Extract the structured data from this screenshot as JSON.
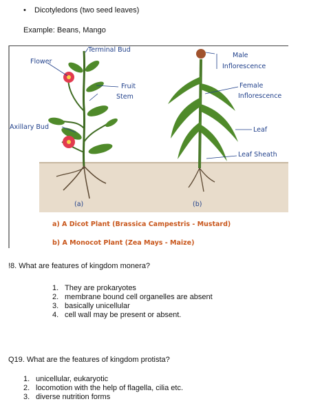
{
  "top": {
    "bullet": "Dicotyledons (two seed leaves)",
    "example": "Example: Beans, Mango"
  },
  "figure": {
    "labels": {
      "terminal_bud": "Terminal Bud",
      "flower": "Flower",
      "fruit": "Fruit",
      "stem": "Stem",
      "axillary_bud": "Axillary Bud",
      "male": "Male",
      "inflorescence_male": "Inflorescence",
      "female": "Female",
      "inflorescence_female": "Inflorescence",
      "leaf": "Leaf",
      "leaf_sheath": "Leaf Sheath",
      "a": "(a)",
      "b": "(b)"
    },
    "captions": {
      "a": "a) A Dicot Plant (Brassica Campestris - Mustard)",
      "b": "b) A Monocot Plant (Zea Mays - Maize)"
    },
    "colors": {
      "label": "#1f3f8a",
      "caption": "#c8561b",
      "soil": "#e8dccb",
      "plant": "#3f6b22",
      "flower": "#e23a4f"
    }
  },
  "q18": {
    "question": "!8. What are features of kingdom monera?",
    "items": [
      {
        "n": "1.",
        "t": "They are prokaryotes"
      },
      {
        "n": "2.",
        "t": "membrane bound cell organelles are absent"
      },
      {
        "n": "3.",
        "t": "basically unicellular"
      },
      {
        "n": "4.",
        "t": "cell wall may be present or absent."
      }
    ]
  },
  "q19": {
    "question": "Q19. What are the features of kingdom protista?",
    "items": [
      {
        "n": "1.",
        "t": "unicellular, eukaryotic"
      },
      {
        "n": "2.",
        "t": "locomotion with the help of flagella, cilia etc."
      },
      {
        "n": "3.",
        "t": "diverse nutrition forms"
      }
    ]
  }
}
